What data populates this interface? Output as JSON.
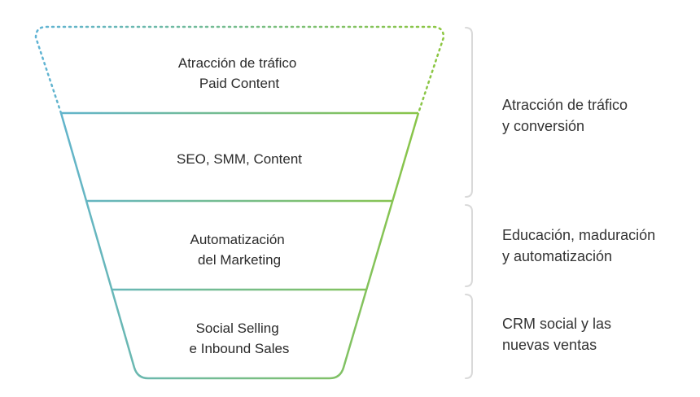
{
  "colors": {
    "left_edge": "#5fb3d6",
    "right_edge": "#8cc63f",
    "bracket": "#d9d9d9",
    "stage_text": "#2b2b2b",
    "side_text": "#333333"
  },
  "funnel": {
    "stages": [
      {
        "lines": [
          "Atracción de tráfico",
          "Paid Content"
        ]
      },
      {
        "lines": [
          "SEO, SMM, Content"
        ]
      },
      {
        "lines": [
          "Automatización",
          "del Marketing"
        ]
      },
      {
        "lines": [
          "Social Selling",
          "e Inbound Sales"
        ]
      }
    ]
  },
  "side_groups": [
    {
      "lines": [
        "Atracción de tráfico",
        "y conversión"
      ]
    },
    {
      "lines": [
        "Educación, maduración",
        "y automatización"
      ]
    },
    {
      "lines": [
        "CRM social y las",
        "nuevas ventas"
      ]
    }
  ]
}
